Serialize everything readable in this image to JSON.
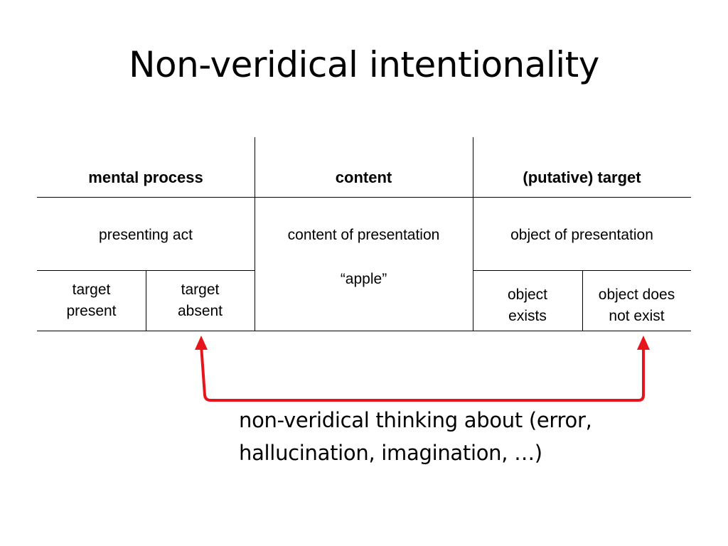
{
  "slide": {
    "title": "Non-veridical intentionality",
    "table": {
      "headers": {
        "mental_process": "mental process",
        "content": "content",
        "target": "(putative) target"
      },
      "row1": {
        "mental_process": "presenting act",
        "content": "content of presentation",
        "target": "object of presentation"
      },
      "content_example": "“apple”",
      "row2": {
        "target_present": [
          "target",
          "present"
        ],
        "target_absent": [
          "target",
          "absent"
        ],
        "object_exists": [
          "object",
          "exists"
        ],
        "object_not_exist": [
          "object does",
          "not exist"
        ]
      }
    },
    "caption": [
      "non-veridical thinking about (error,",
      "hallucination, imagination, …)"
    ],
    "colors": {
      "arrow": "#e8141c",
      "text": "#000000",
      "background": "#ffffff"
    }
  }
}
